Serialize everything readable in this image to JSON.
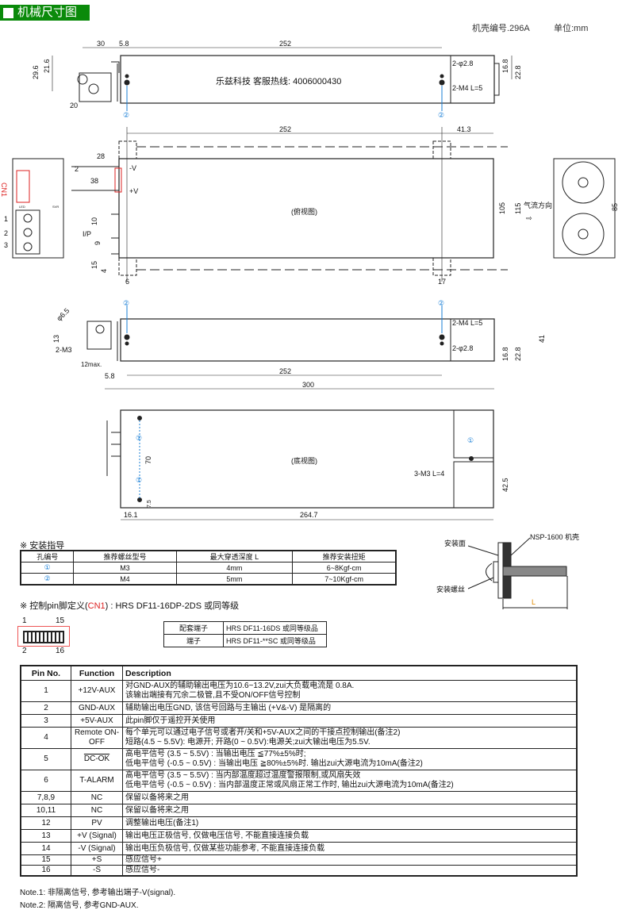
{
  "header": {
    "title": "机械尺寸图"
  },
  "meta": {
    "case_no": "机壳编号.296A",
    "unit": "单位:mm"
  },
  "side_view": {
    "dims": [
      "30",
      "5.8",
      "252",
      "29.6",
      "21.6",
      "20",
      "16.8",
      "22.8"
    ],
    "hole1": "2-φ2.8",
    "hole2": "2-M4  L=5",
    "hotline": "乐兹科技 客服热线:  4006000430",
    "marker": "②"
  },
  "top_view": {
    "dims": [
      "252",
      "41.3",
      "28",
      "2",
      "38",
      "10",
      "9",
      "15",
      "4",
      "6",
      "17",
      "105",
      "115",
      "85"
    ],
    "minus_v": "-V",
    "plus_v": "+V",
    "ip": "I/P",
    "label": "(俯视图)",
    "airflow": "气流方向",
    "cn1": "CN1",
    "terminals": [
      "1",
      "2",
      "3"
    ],
    "led": "LED",
    "svr": "SVR"
  },
  "front_view": {
    "dims": [
      "φ6.5",
      "13",
      "2-M3",
      "12max.",
      "5.8",
      "252",
      "300",
      "16.8",
      "22.8",
      "41"
    ],
    "hole1": "2-M4  L=5",
    "hole2": "2-φ2.8"
  },
  "bottom_view": {
    "dims": [
      "70",
      "7.5",
      "16.1",
      "264.7",
      "42.5"
    ],
    "label": "(底视图)",
    "hole": "3-M3 L=4",
    "marker": "①"
  },
  "install": {
    "title": "※ 安装指导",
    "headers": [
      "孔编号",
      "推荐螺丝型号",
      "最大穿透深度 L",
      "推荐安装扭矩"
    ],
    "rows": [
      [
        "①",
        "M3",
        "4mm",
        "6~8Kgf-cm"
      ],
      [
        "②",
        "M4",
        "5mm",
        "7~10Kgf-cm"
      ]
    ],
    "diagram": {
      "surface": "安装面",
      "case": "NSP-1600 机壳",
      "screw": "安装螺丝",
      "l": "L"
    }
  },
  "cn1": {
    "title_pre": "※ 控制pin脚定义(",
    "title_cn": "CN1",
    "title_post": ") : HRS DF11-16DP-2DS 或同等级",
    "pins_tl": "1",
    "pins_tr": "15",
    "pins_bl": "2",
    "pins_br": "16",
    "terminals": [
      [
        "配套端子",
        "HRS DF11-16DS 或同等级品"
      ],
      [
        "端子",
        "HRS DF11-**SC 或同等级品"
      ]
    ]
  },
  "pins": {
    "headers": [
      "Pin No.",
      "Function",
      "Description"
    ],
    "rows": [
      {
        "no": "1",
        "fn": "+12V-AUX",
        "d1": "对GND-AUX的辅助输出电压为10.6~13.2V,zui大负载电流是 0.8A.",
        "d2": "该输出端接有冗余二极管,且不受ON/OFF信号控制"
      },
      {
        "no": "2",
        "fn": "GND-AUX",
        "d1": "辅助输出电压GND, 该信号回路与主输出 (+V&-V) 是隔离的",
        "d2": ""
      },
      {
        "no": "3",
        "fn": "+5V-AUX",
        "d1": "此pin脚仅于遥控开关使用",
        "d2": ""
      },
      {
        "no": "4",
        "fn": "Remote ON-OFF",
        "d1": "每个单元可以通过电子信号或者开/关和+5V-AUX之间的干接点控制输出(备注2)",
        "d2": "短路(4.5 ~ 5.5V): 电源开; 开路(0 ~ 0.5V):电源关;zui大输出电压为5.5V."
      },
      {
        "no": "5",
        "fn": "DC-OK",
        "d1": "高电平信号 (3.5 ~ 5.5V) : 当输出电压 ≦77%±5%时;",
        "d2": "低电平信号 (-0.5 ~ 0.5V) : 当输出电压 ≧80%±5%时. 输出zui大源电流为10mA(备注2)"
      },
      {
        "no": "6",
        "fn": "T-ALARM",
        "d1": "高电平信号 (3.5 ~ 5.5V) : 当内部温度超过温度警报限制,或风扇失效",
        "d2": "低电平信号 (-0.5 ~ 0.5V) : 当内部温度正常或风扇正常工作时, 输出zui大源电流为10mA(备注2)"
      },
      {
        "no": "7,8,9",
        "fn": "NC",
        "d1": "保留以备将来之用",
        "d2": ""
      },
      {
        "no": "10,11",
        "fn": "NC",
        "d1": "保留以备将来之用",
        "d2": ""
      },
      {
        "no": "12",
        "fn": "PV",
        "d1": "调整输出电压(备注1)",
        "d2": ""
      },
      {
        "no": "13",
        "fn": "+V (Signal)",
        "d1": "输出电压正极信号, 仅做电压信号, 不能直接连接负载",
        "d2": ""
      },
      {
        "no": "14",
        "fn": "-V (Signal)",
        "d1": "输出电压负极信号, 仅做某些功能参考, 不能直接连接负载",
        "d2": ""
      },
      {
        "no": "15",
        "fn": "+S",
        "d1": "感应信号+",
        "d2": ""
      },
      {
        "no": "16",
        "fn": "-S",
        "d1": "感应信号-",
        "d2": ""
      }
    ]
  },
  "notes": [
    "Note.1: 非隔离信号, 参考输出端子-V(signal).",
    "Note.2: 隔离信号, 参考GND-AUX."
  ],
  "colors": {
    "header_bg": "#0a8a0a",
    "marker": "#1a7fd6",
    "cn1": "#d22"
  }
}
